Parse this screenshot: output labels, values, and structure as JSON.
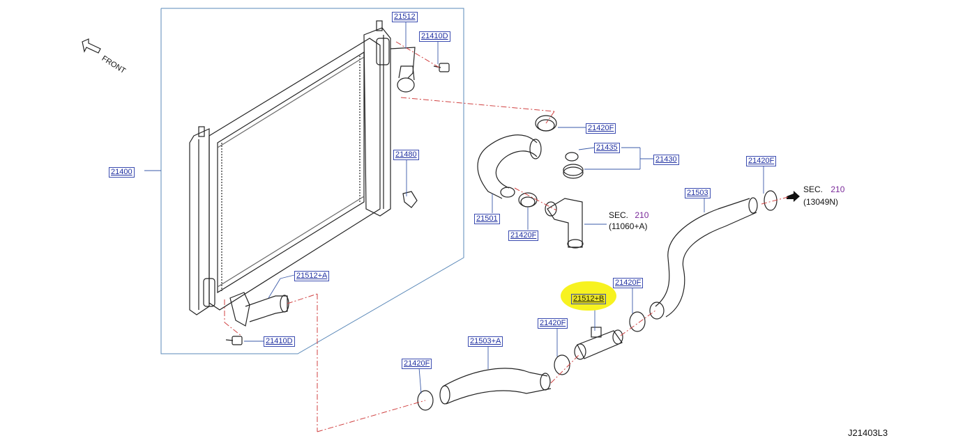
{
  "front_label": "FRONT",
  "part_labels": {
    "p21512_top": "21512",
    "p21410d_top": "21410D",
    "p21420f_a": "21420F",
    "p21435": "21435",
    "p21430": "21430",
    "p21420f_b": "21420F",
    "p21400": "21400",
    "p21480": "21480",
    "p21501": "21501",
    "p21420f_c": "21420F",
    "p21503": "21503",
    "p21512a": "21512+A",
    "p21512b": "21512+B",
    "p21420f_d": "21420F",
    "p21420f_e": "21420F",
    "p21503a": "21503+A",
    "p21420f_f": "21420F",
    "p21410d_bottom": "21410D"
  },
  "sec_refs": {
    "sec1": {
      "prefix": "SEC.",
      "number": "210",
      "code": "(11060+A)"
    },
    "sec2": {
      "prefix": "SEC.",
      "number": "210",
      "code": "(13049N)"
    }
  },
  "diagram_code": "J21403L3",
  "colors": {
    "label_text": "#1f2fa0",
    "highlight": "#f7f220",
    "leader": "#d04040",
    "frame": "#5a88b8"
  }
}
